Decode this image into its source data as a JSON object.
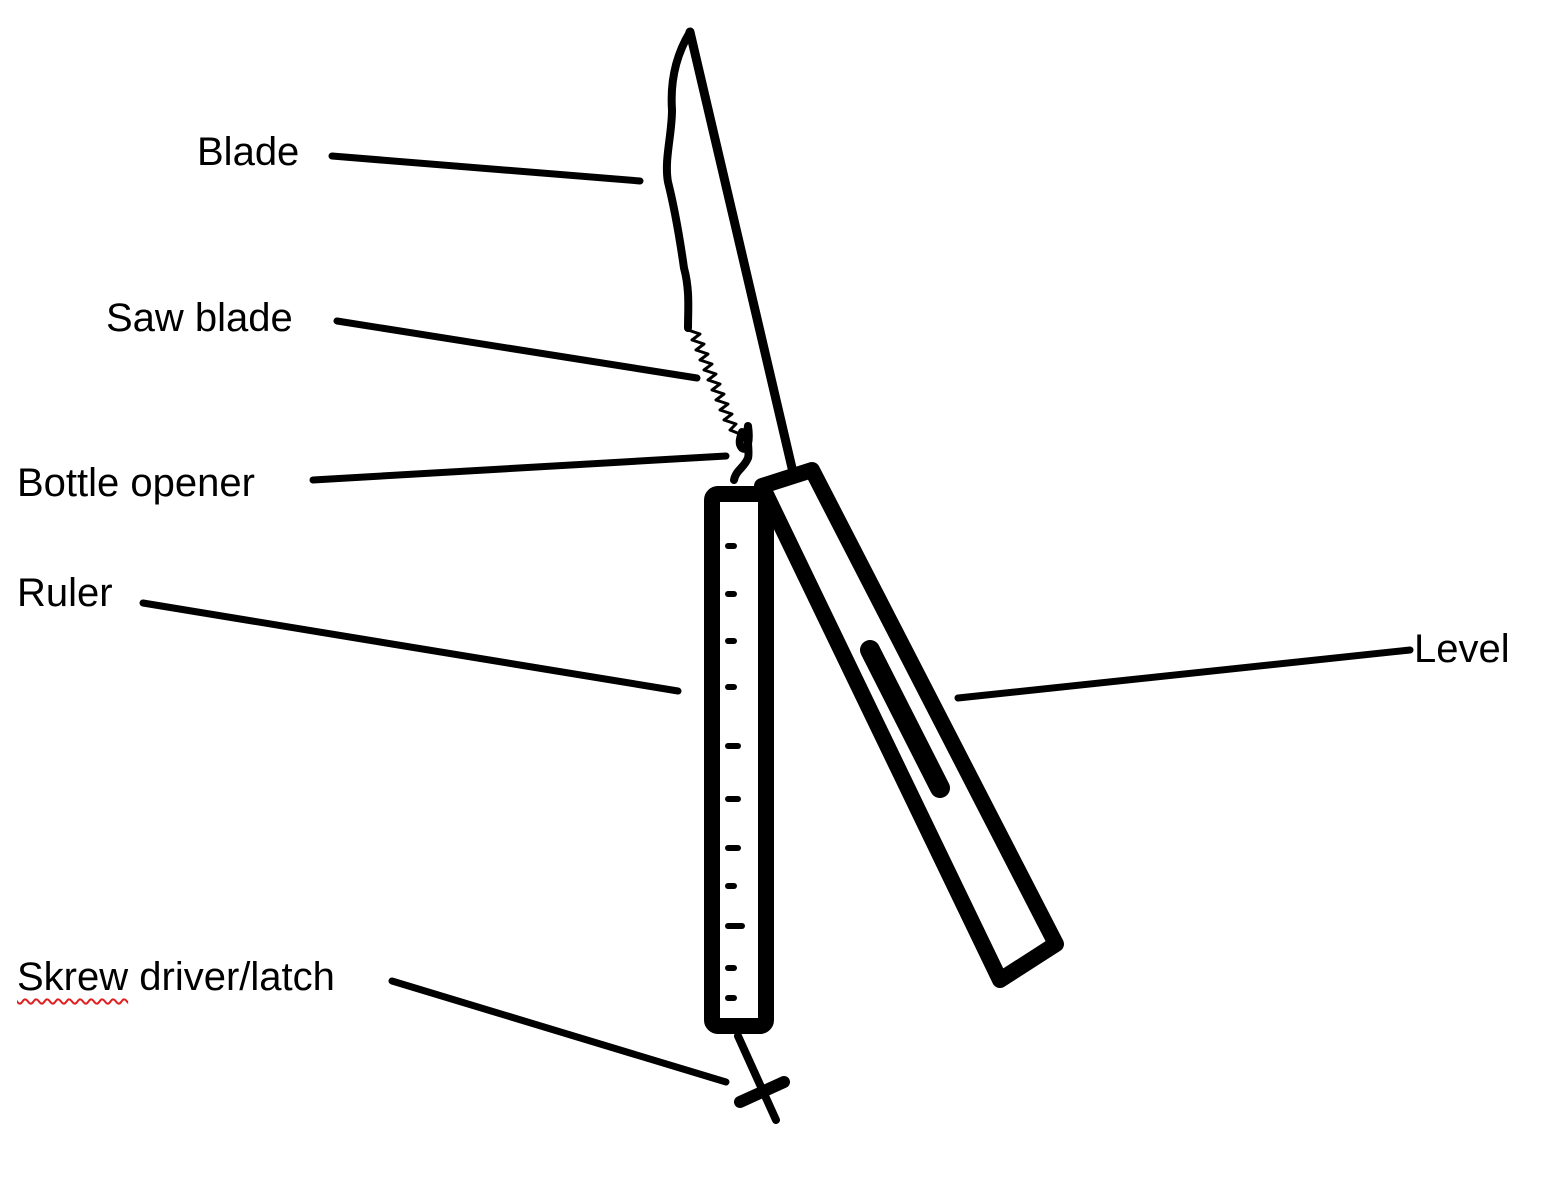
{
  "labels": {
    "blade": "Blade",
    "saw_blade": "Saw blade",
    "bottle_opener": "Bottle opener",
    "ruler": "Ruler",
    "level": "Level",
    "screwdriver_word": "Skrew",
    "screwdriver_rest": " driver/latch"
  },
  "colors": {
    "ink": "#000000",
    "background": "#ffffff",
    "spellcheck_underline": "#e02020"
  }
}
